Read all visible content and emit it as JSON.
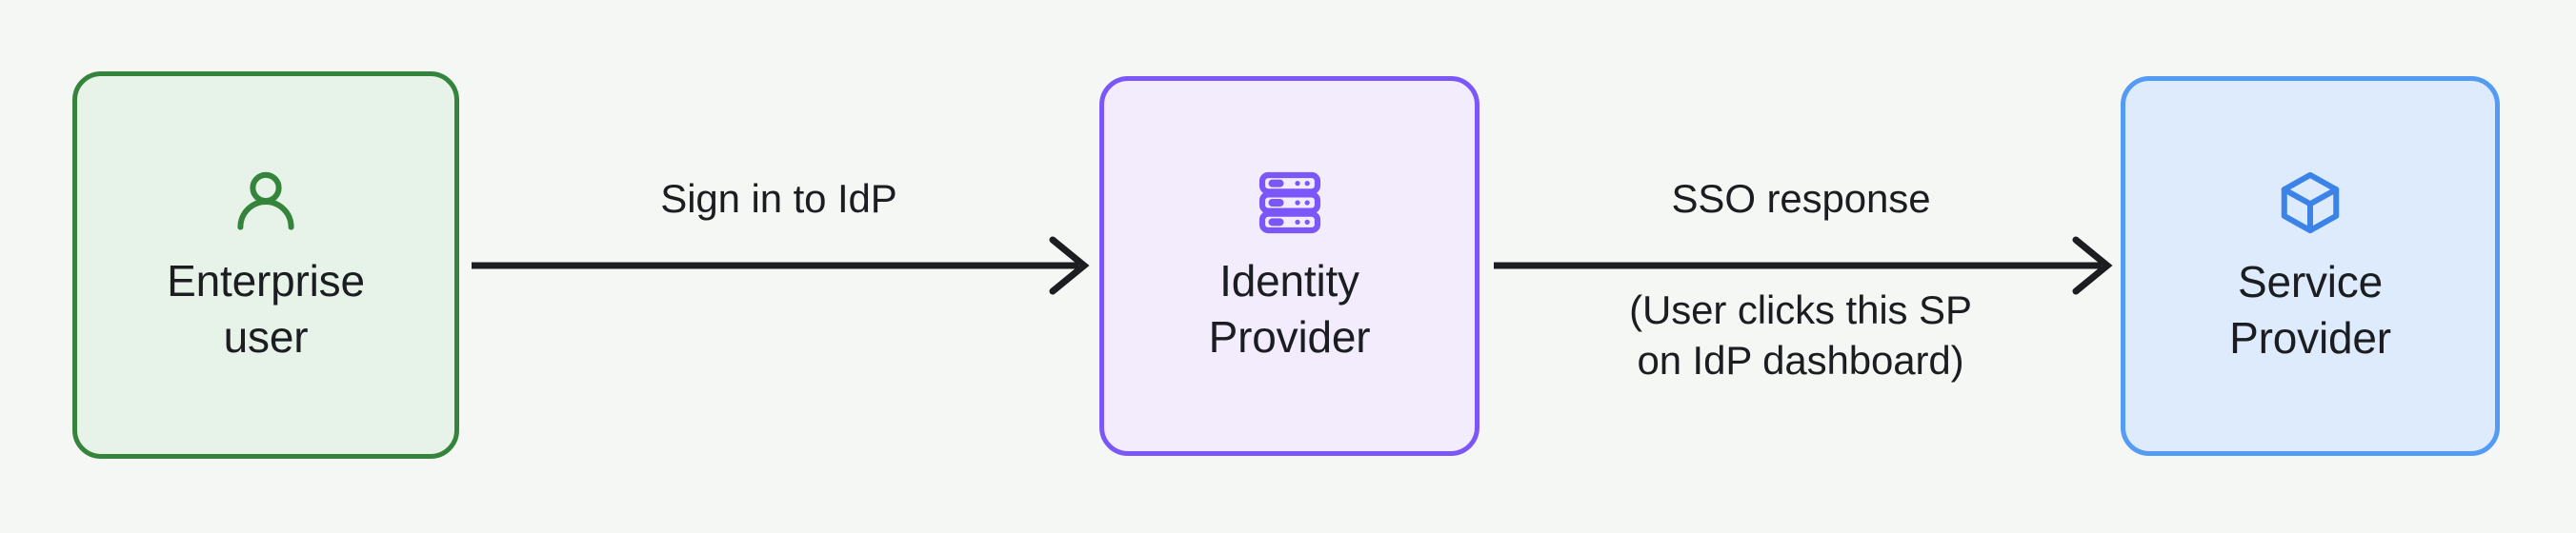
{
  "diagram": {
    "type": "flow-diagram",
    "title": "SSO flow: Enterprise user to Identity Provider to Service Provider",
    "background_color": "#f5f7f5",
    "text_color": "#1b1d21",
    "nodes": [
      {
        "id": "enterprise-user",
        "label": "Enterprise\nuser",
        "icon": "person-icon",
        "border_color": "#34843c",
        "fill_color": "#e7f3e8",
        "icon_color": "#34843c"
      },
      {
        "id": "identity-provider",
        "label": "Identity\nProvider",
        "icon": "server-stack-icon",
        "border_color": "#7b57fa",
        "fill_color": "#f3ecfd",
        "icon_color": "#7b57fa"
      },
      {
        "id": "service-provider",
        "label": "Service\nProvider",
        "icon": "cube-icon",
        "border_color": "#549bf5",
        "fill_color": "#ddebfd",
        "icon_color": "#3c83e8"
      }
    ],
    "edges": [
      {
        "id": "signin",
        "from": "enterprise-user",
        "to": "identity-provider",
        "label": "Sign in to IdP",
        "sublabel": "",
        "arrow_color": "#1b1d21"
      },
      {
        "id": "sso",
        "from": "identity-provider",
        "to": "service-provider",
        "label": "SSO response",
        "sublabel": "(User clicks this SP\non IdP dashboard)",
        "arrow_color": "#1b1d21"
      }
    ]
  }
}
